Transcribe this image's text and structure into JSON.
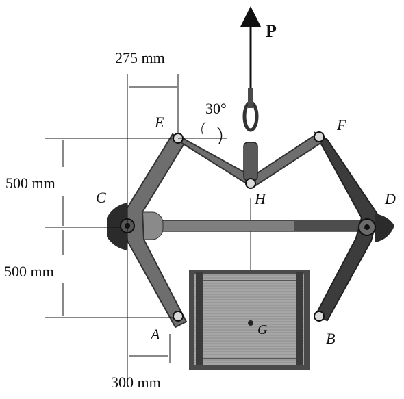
{
  "figure": {
    "force_label": "P",
    "angle_label": "30°",
    "dimensions": {
      "top_width": "275 mm",
      "upper_height": "500 mm",
      "lower_height": "500 mm",
      "bottom_width": "300 mm"
    },
    "points": {
      "A": "A",
      "B": "B",
      "C": "C",
      "D": "D",
      "E": "E",
      "F": "F",
      "H": "H",
      "G": "G"
    },
    "colors": {
      "link_dark": "#333333",
      "link_mid": "#6f6f6f",
      "rod": "#8a8a8a",
      "crate": "#9c9c9c",
      "line": "#111111"
    }
  }
}
